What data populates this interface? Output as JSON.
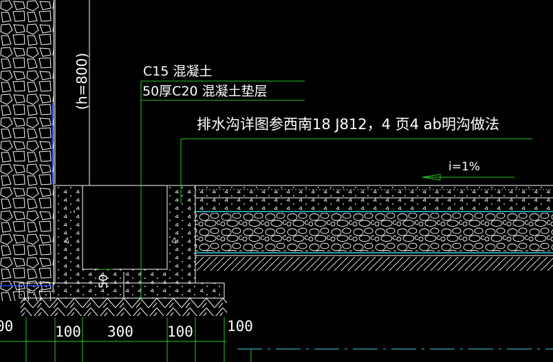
{
  "colors": {
    "background": "#000000",
    "line_white": "#ffffff",
    "leader_green": "#22cc22",
    "layer_cyan": "#33d6e6",
    "layer_blue": "#2a4bff"
  },
  "labels": {
    "wall_height": "(h=800)",
    "c15": "C15 混凝土",
    "c20_layer": "50厚C20 混凝土垫层",
    "drain_ref": "排水沟详图参西南18 J812，4 页4 ab明沟做法",
    "slope": "i=1%",
    "dim_50": "50"
  },
  "dimensions": {
    "bottom": [
      "00",
      "100",
      "300",
      "100",
      "100"
    ]
  }
}
